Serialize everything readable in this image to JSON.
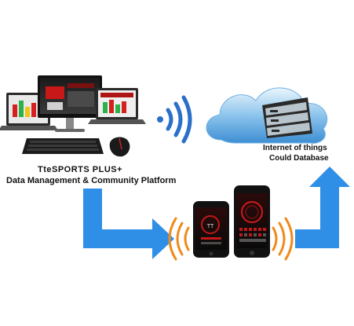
{
  "product": {
    "name": "TteSPORTS PLUS+",
    "subtitle": "Data Management & Community Platform"
  },
  "cloud": {
    "label_line1": "Internet of things",
    "label_line2": "Could Database"
  },
  "colors": {
    "arrow": "#2f8fe6",
    "wifi_blue": "#2a6fc9",
    "wifi_orange": "#f08a1c",
    "cloud": "#5aa7e0"
  },
  "icons": [
    "wifi-signal-icon",
    "cloud-icon",
    "database-server-icon",
    "keyboard-icon",
    "mouse-icon",
    "monitor-icon",
    "laptop-icon",
    "smartphone-icon"
  ]
}
